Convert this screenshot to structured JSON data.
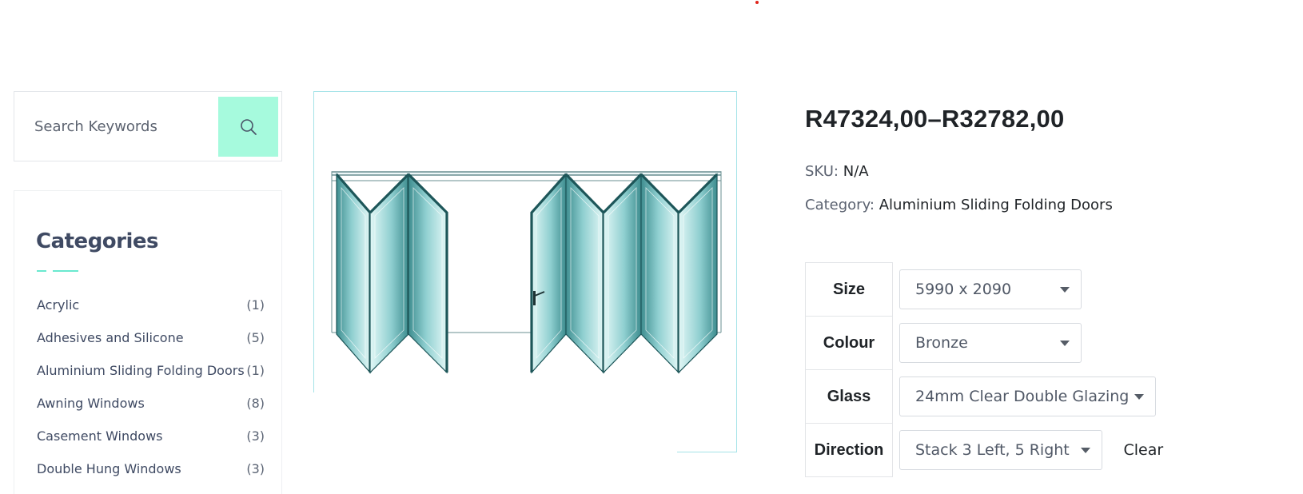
{
  "search": {
    "placeholder": "Search Keywords",
    "button_icon": "search-icon"
  },
  "categories": {
    "title": "Categories",
    "accent_color": "#6ae9cf",
    "items": [
      {
        "name": "Acrylic",
        "count": "(1)"
      },
      {
        "name": "Adhesives and Silicone",
        "count": "(5)"
      },
      {
        "name": "Aluminium Sliding Folding Doors",
        "count": "(1)"
      },
      {
        "name": "Awning Windows",
        "count": "(8)"
      },
      {
        "name": "Casement Windows",
        "count": "(3)"
      },
      {
        "name": "Double Hung Windows",
        "count": "(3)"
      }
    ]
  },
  "product": {
    "price": "R47324,00–R32782,00",
    "sku_label": "SKU:",
    "sku_value": "N/A",
    "category_label": "Category:",
    "category_value": "Aluminium Sliding Folding Doors",
    "image_icon": "folding-door-image"
  },
  "variations": [
    {
      "label": "Size",
      "value": "5990 x 2090"
    },
    {
      "label": "Colour",
      "value": "Bronze"
    },
    {
      "label": "Glass",
      "value": "24mm Clear Double Glazing"
    },
    {
      "label": "Direction",
      "value": "Stack 3 Left, 5 Right"
    }
  ],
  "clear_label": "Clear",
  "colors": {
    "search_button": "#a6fadd",
    "frame_line": "#a5e3e8",
    "door_frame": "#1d5659",
    "price_text": "#1f2327"
  }
}
